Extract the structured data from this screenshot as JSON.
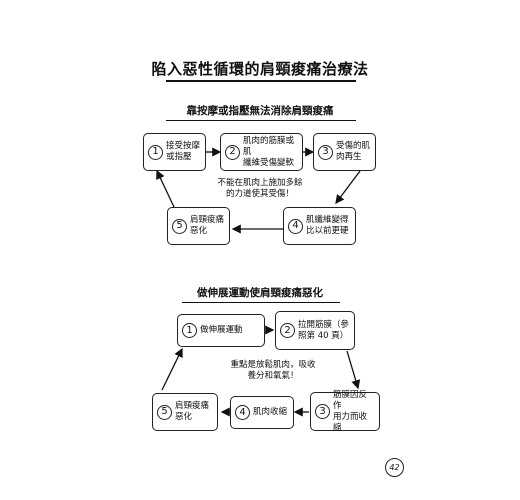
{
  "page": {
    "title": "陷入惡性循環的肩頸痠痛治療法",
    "page_number": "42"
  },
  "diagram1": {
    "title": "靠按摩或指壓無法消除肩頸痠痛",
    "center_note": [
      "不能在肌肉上施加多餘",
      "的力道使其受傷！"
    ],
    "steps": [
      {
        "num": "1",
        "lines": [
          "接受按摩",
          "或指壓"
        ]
      },
      {
        "num": "2",
        "lines": [
          "肌肉的筋膜或肌",
          "纖維受傷變軟"
        ]
      },
      {
        "num": "3",
        "lines": [
          "受傷的肌",
          "肉再生"
        ]
      },
      {
        "num": "4",
        "lines": [
          "肌纖維變得",
          "比以前更硬"
        ]
      },
      {
        "num": "5",
        "lines": [
          "肩頸痠痛",
          "惡化"
        ]
      }
    ]
  },
  "diagram2": {
    "title": "做伸展運動使肩頸痠痛惡化",
    "center_note": [
      "重點是放鬆肌肉，吸收",
      "養分和氧氣！"
    ],
    "steps": [
      {
        "num": "1",
        "lines": [
          "做伸展運動"
        ]
      },
      {
        "num": "2",
        "lines": [
          "拉開筋膜（參",
          "照第 40 頁）"
        ]
      },
      {
        "num": "3",
        "lines": [
          "筋膜因反作",
          "用力而收縮"
        ]
      },
      {
        "num": "4",
        "lines": [
          "肌肉收縮"
        ]
      },
      {
        "num": "5",
        "lines": [
          "肩頸痠痛",
          "惡化"
        ]
      }
    ]
  }
}
